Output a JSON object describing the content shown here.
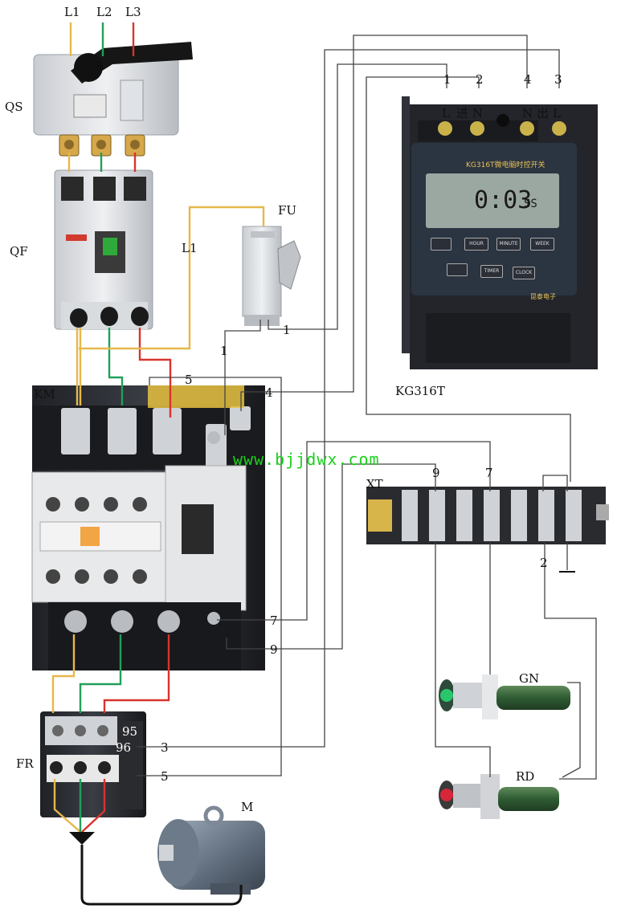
{
  "labels": {
    "L1_top": "L1",
    "L2_top": "L2",
    "L3_top": "L3",
    "QS": "QS",
    "QF": "QF",
    "FU": "FU",
    "L1_fuse": "L1",
    "KM": "KM",
    "FR": "FR",
    "M": "M",
    "XT": "XT",
    "GN": "GN",
    "RD": "RD",
    "KG316T": "KG316T"
  },
  "timer": {
    "terminal_numbers": [
      "1",
      "2",
      "4",
      "3"
    ],
    "terminal_letters": [
      "L",
      "进",
      "N",
      "N",
      "出",
      "L"
    ],
    "model_text": "KG316T微电脑时控开关",
    "display": "0:03",
    "display_unit": "SS",
    "buttons": [
      "",
      "HOUR",
      "MINUTE",
      "WEEK",
      "",
      "TIMER",
      "CLOCK"
    ],
    "brand": "昆泰电子"
  },
  "wire_numbers": {
    "fu_out": "1",
    "fu_mid": "1",
    "km_5": "5",
    "km_4": "4",
    "km_7": "7",
    "km_9": "9",
    "xt_9": "9",
    "xt_7": "7",
    "xt_2": "2",
    "fr_95": "95",
    "fr_96": "96",
    "fr_3": "3",
    "fr_5": "5"
  },
  "watermark": "www.bjjdwx.com",
  "colors": {
    "L1": "#e6b84a",
    "L2": "#21a05a",
    "L3": "#d8342c",
    "control": "#333333",
    "neutral_bottom": "#111111"
  }
}
